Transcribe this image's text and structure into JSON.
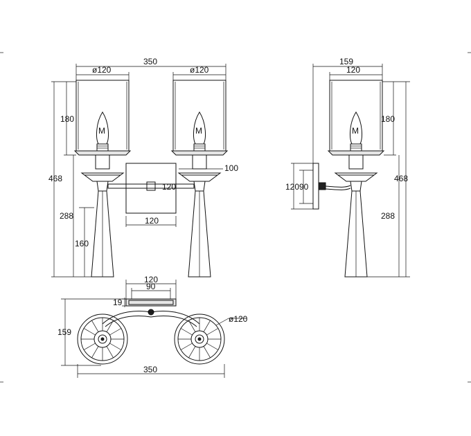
{
  "front_view": {
    "overall_width": "350",
    "shade_left_diameter": "ø120",
    "shade_right_diameter": "ø120",
    "shade_height": "180",
    "total_height": "468",
    "lower_height": "288",
    "stem_height": "160",
    "backplate_width": "120",
    "backplate_height": "120",
    "arm_height": "100"
  },
  "side_view": {
    "overall_depth": "159",
    "shade_diameter": "120",
    "shade_height": "180",
    "total_height": "468",
    "lower_height": "288",
    "mount_height": "120",
    "mount_offset": "90"
  },
  "top_view": {
    "backplate_width": "120",
    "mount_width": "90",
    "plate_depth": "19",
    "overall_depth": "159",
    "shade_diameter": "ø120",
    "overall_width": "350"
  },
  "bulb_mark": "M"
}
